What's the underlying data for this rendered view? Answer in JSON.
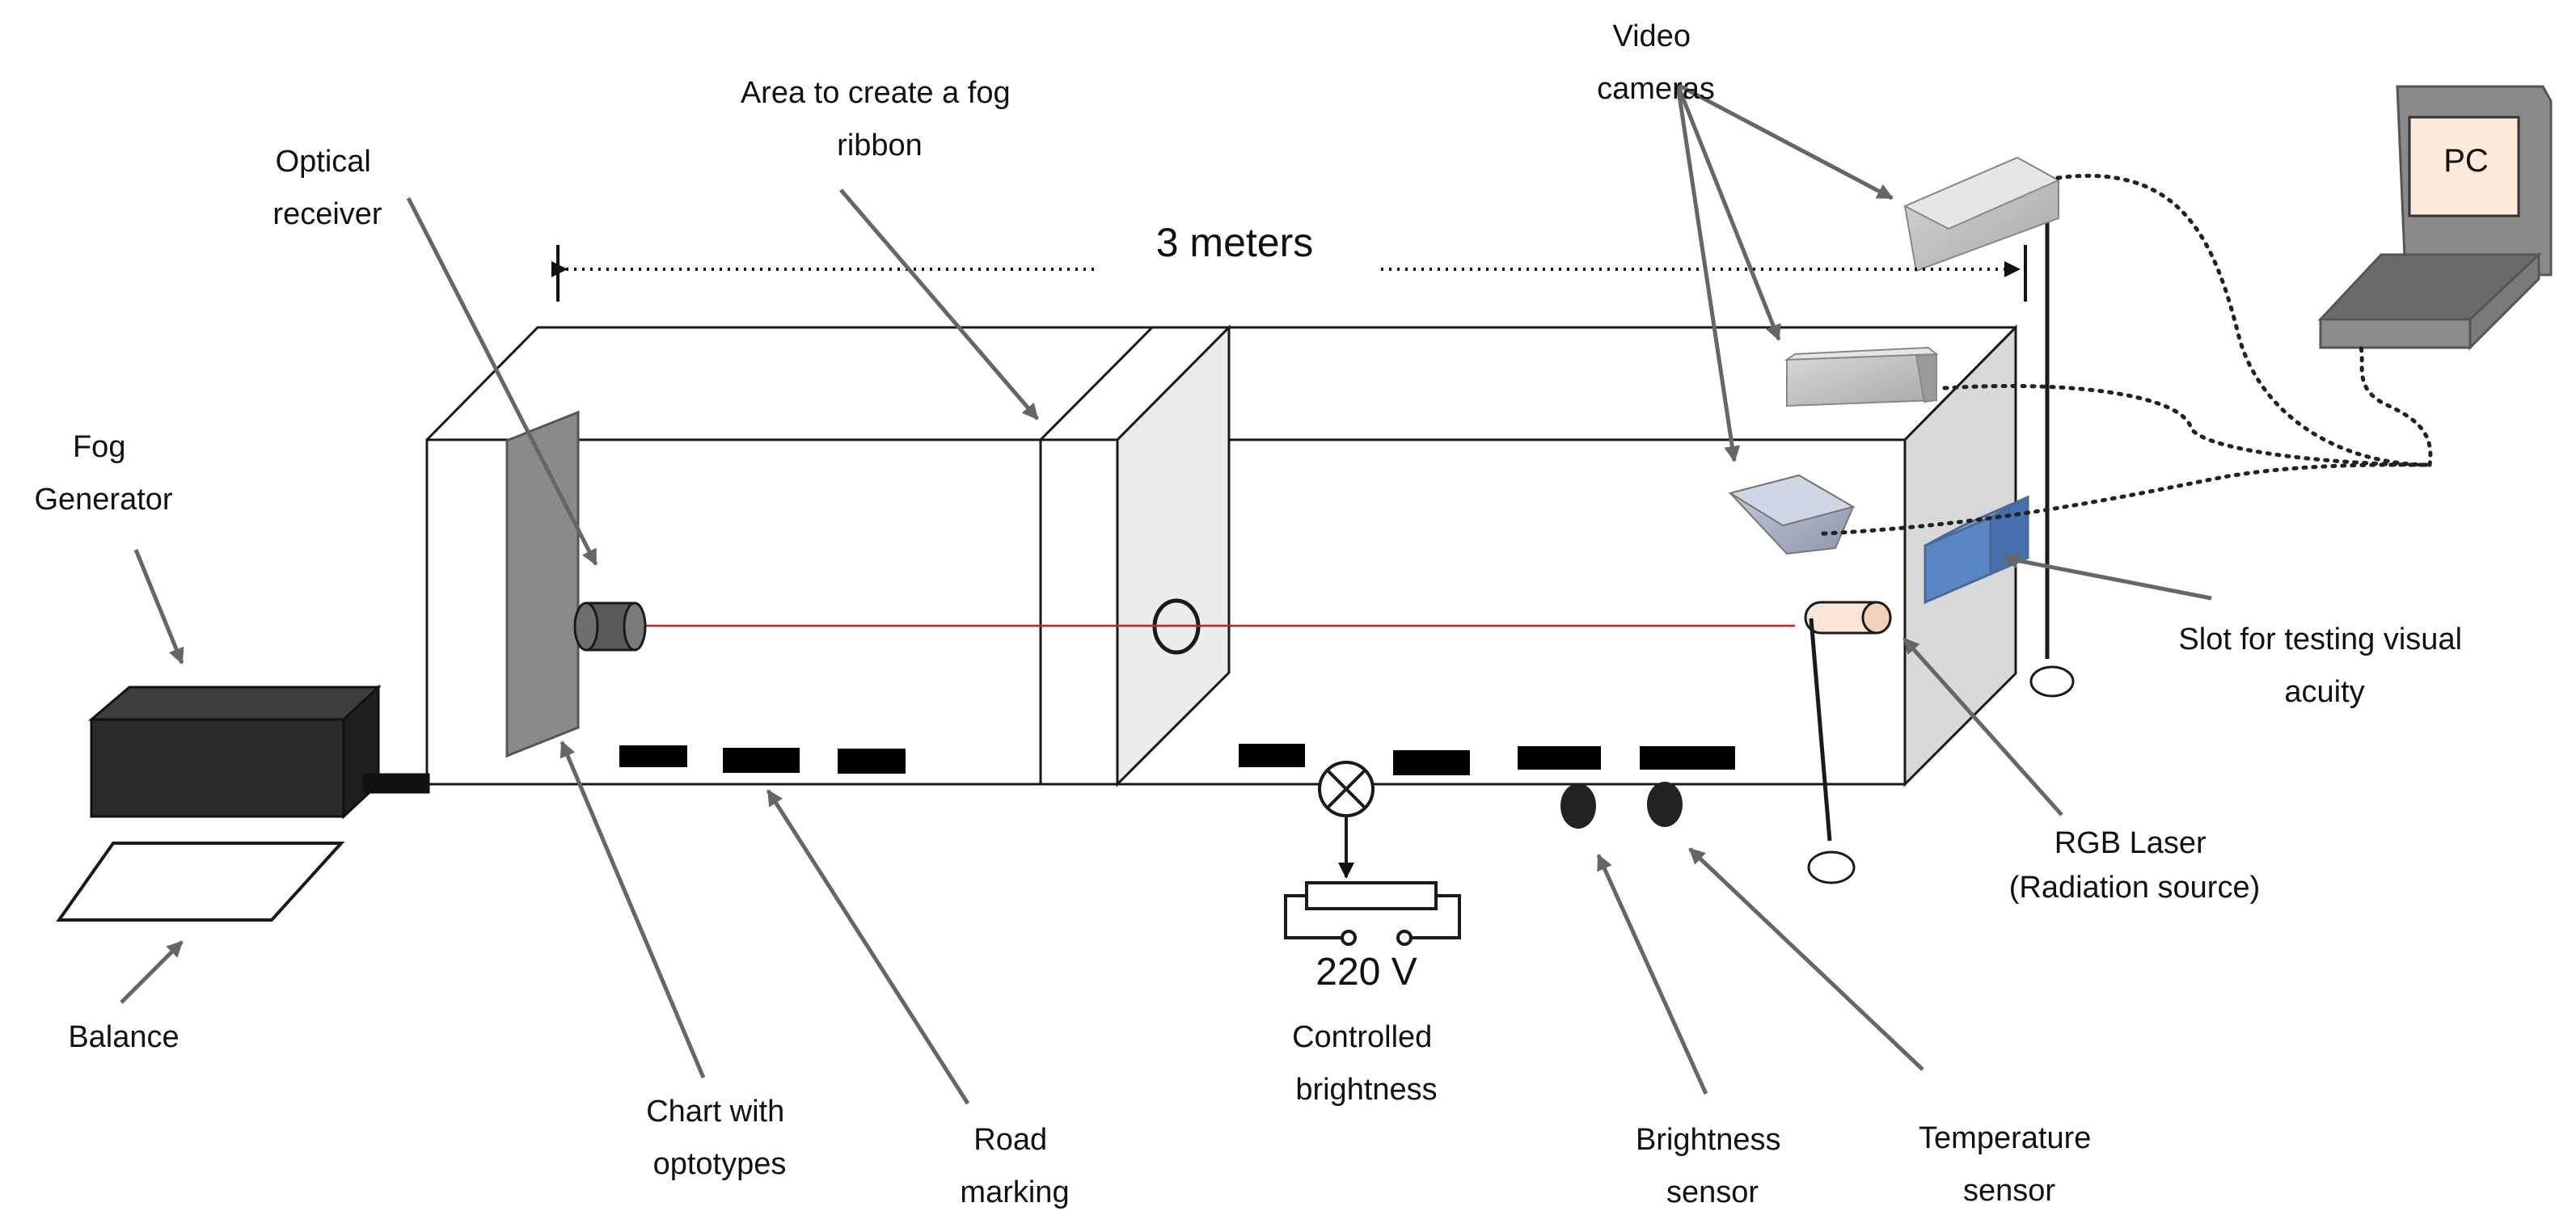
{
  "labels": {
    "video_cameras": [
      "Video",
      "cameras"
    ],
    "fog_ribbon": [
      "Area to create a fog",
      "ribbon"
    ],
    "optical_receiver": [
      "Optical",
      "receiver"
    ],
    "distance": "3  meters",
    "pc": "PC",
    "fog_generator": [
      "Fog",
      "Generator"
    ],
    "balance": "Balance",
    "slot_visual_acuity": [
      "Slot for testing visual",
      "acuity"
    ],
    "rgb_laser": [
      "RGB Laser",
      "(Radiation source)"
    ],
    "voltage": "220 V",
    "controlled_brightness": [
      "Controlled",
      "brightness"
    ],
    "chart_optotypes": [
      "Chart with",
      "optotypes"
    ],
    "road_marking": [
      "Road",
      "marking"
    ],
    "brightness_sensor": [
      "Brightness",
      "sensor"
    ],
    "temperature_sensor": [
      "Temperature",
      "sensor"
    ]
  },
  "colors": {
    "laser_beam": "#cc1f1f",
    "laser_body": "#5b86c4",
    "arrow_gray": "#666666",
    "pc_screen": "#fde9d9",
    "fog_generator": "#2b2b2b"
  }
}
